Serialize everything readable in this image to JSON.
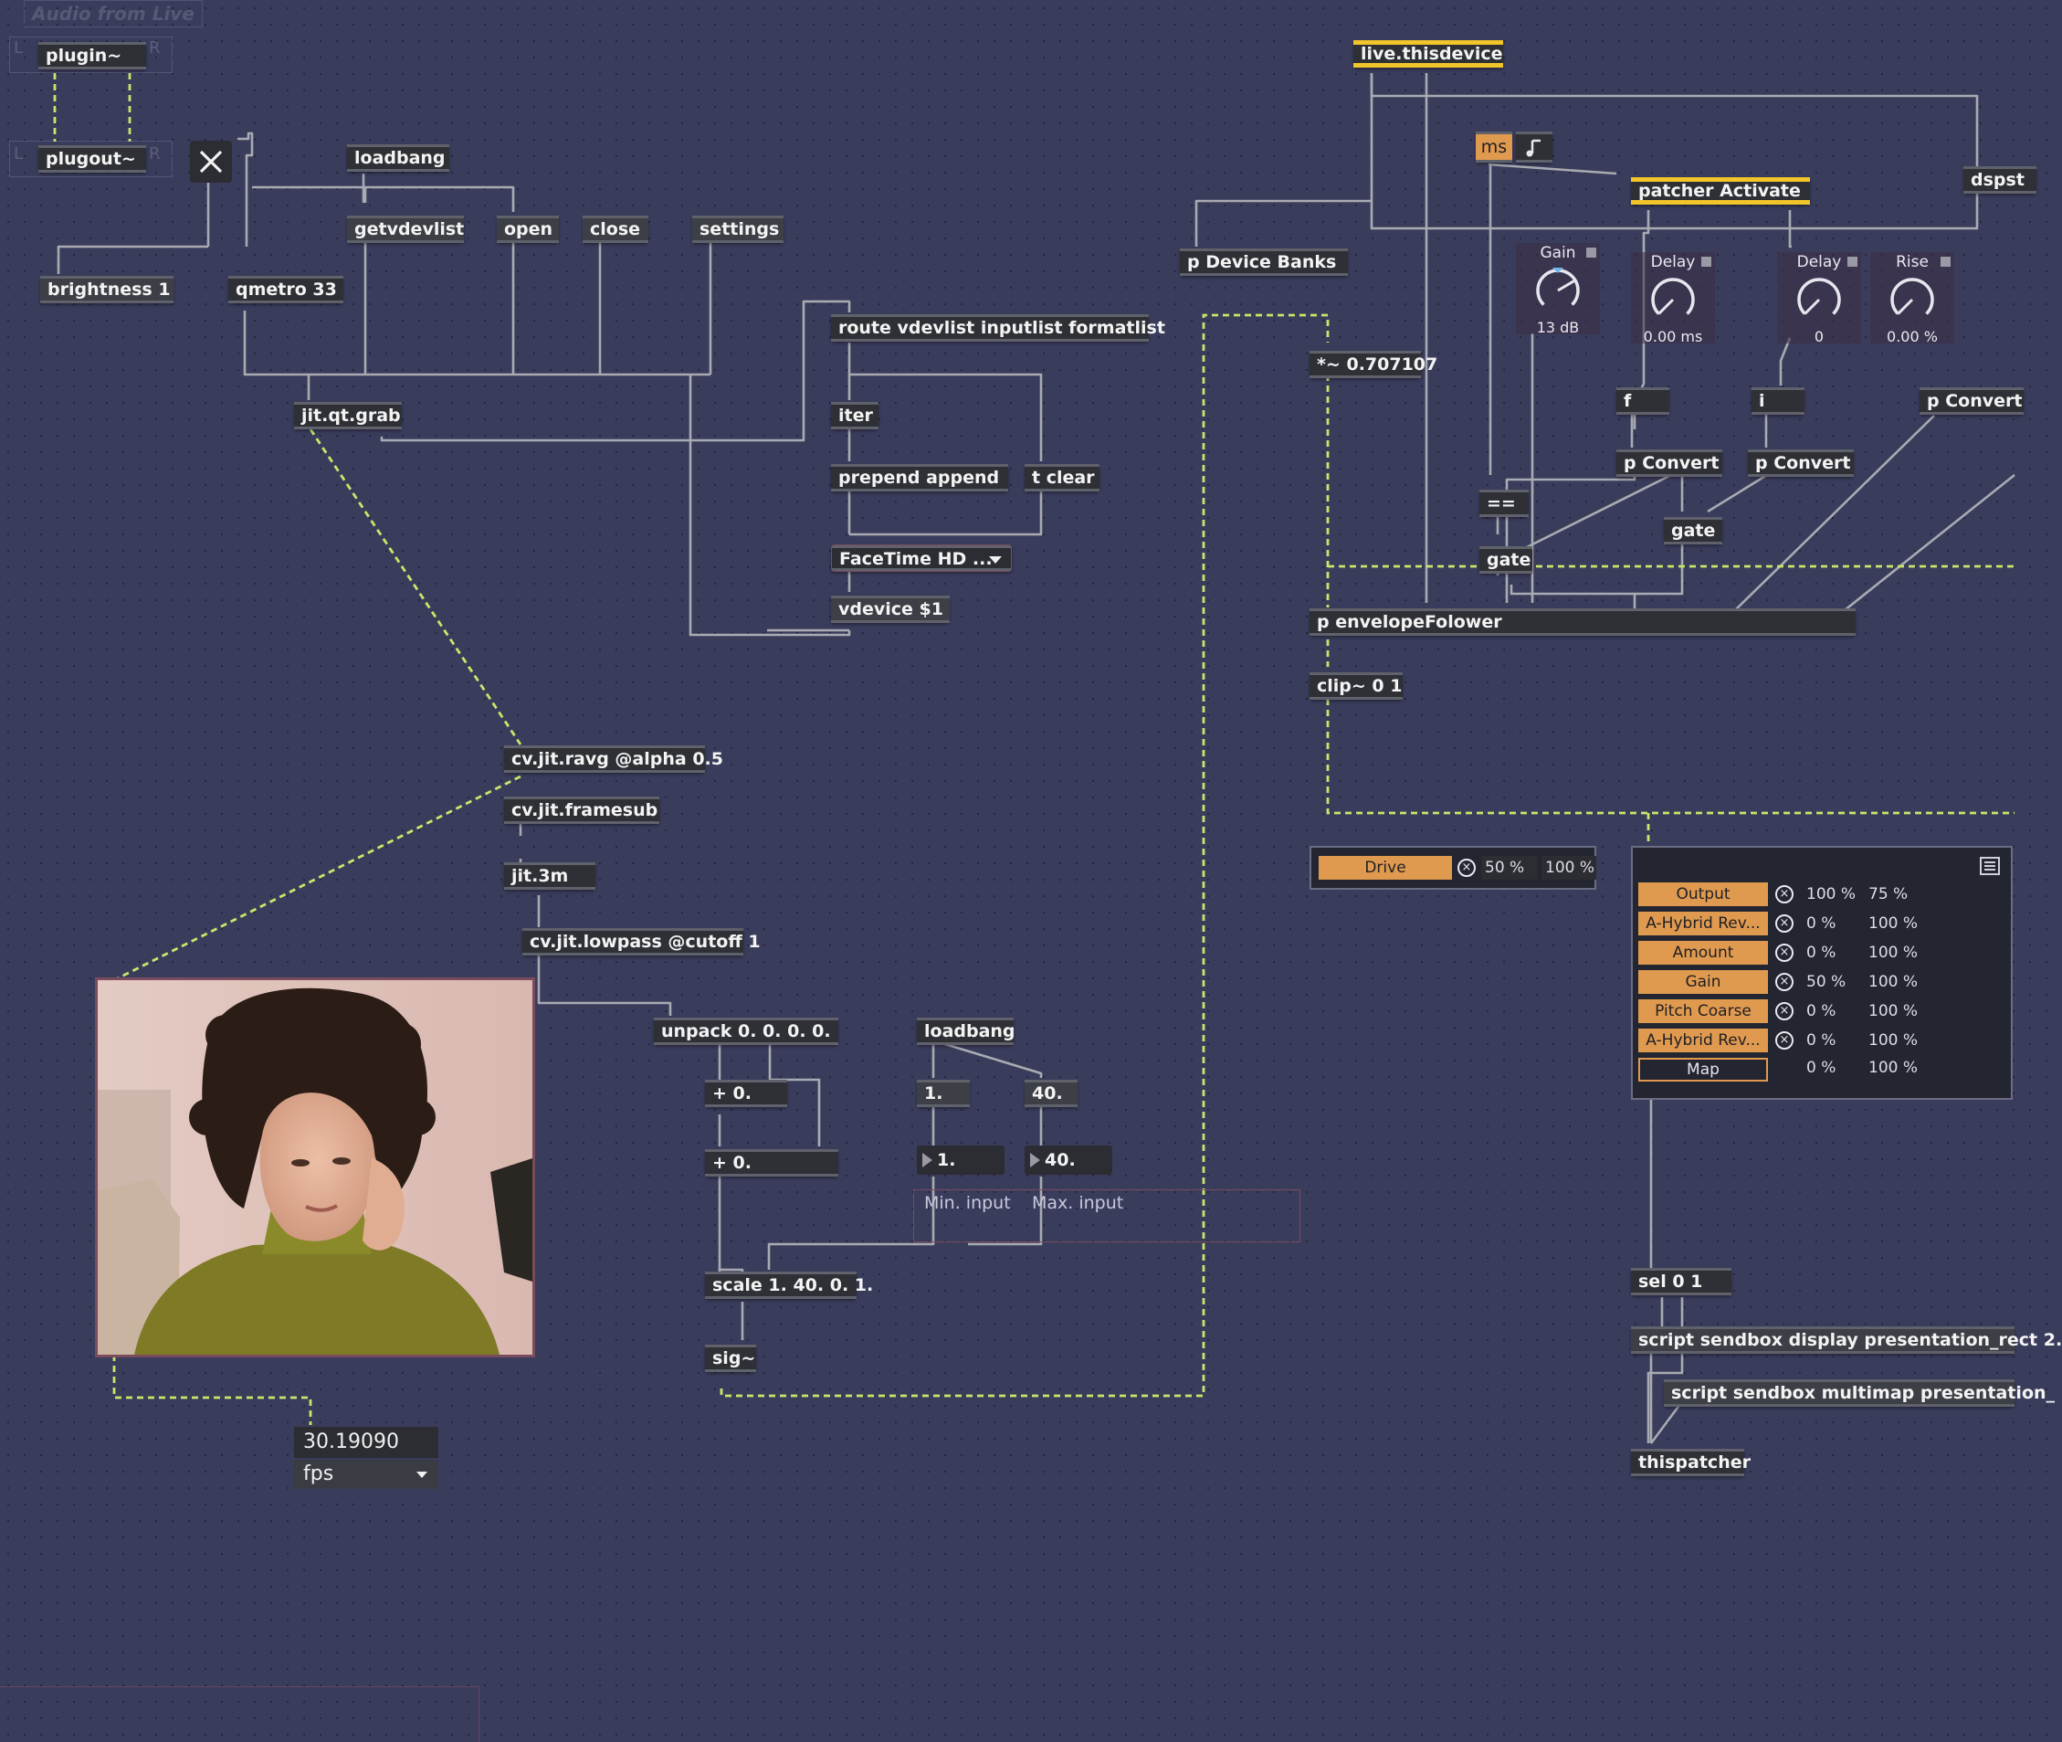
{
  "patch": {
    "audio_from_live": "Audio from Live",
    "port_l": "L",
    "port_r": "R",
    "plugin": "plugin~",
    "plugout": "plugout~",
    "loadbang_1": "loadbang",
    "getvdevlist": "getvdevlist",
    "open": "open",
    "close": "close",
    "settings": "settings",
    "brightness": "brightness 1",
    "qmetro": "qmetro 33",
    "route": "route vdevlist inputlist formatlist",
    "iter": "iter",
    "prepend": "prepend append",
    "t_clear": "t clear",
    "jit_qt_grab": "jit.qt.grab",
    "facetime": "FaceTime HD ...",
    "vdevice": "vdevice $1",
    "ravg": "cv.jit.ravg @alpha 0.5",
    "framesub": "cv.jit.framesub",
    "jit3m": "jit.3m",
    "lowpass": "cv.jit.lowpass @cutoff 1",
    "unpack": "unpack 0. 0. 0. 0.",
    "loadbang_2": "loadbang",
    "msg_1": "1.",
    "msg_40": "40.",
    "plus1": "+ 0.",
    "plus2": "+ 0.",
    "num_min": "1.",
    "num_max": "40.",
    "min_input": "Min. input",
    "max_input": "Max. input",
    "scale": "scale 1. 40. 0. 1.",
    "sig": "sig~",
    "fps_value": "30.19090",
    "fps_unit": "fps",
    "live_thisdevice": "live.thisdevice",
    "ms_label": "ms",
    "p_device_banks": "p Device Banks",
    "patcher_activate": "patcher Activate",
    "dspstate": "dspst",
    "mult": "*~ 0.707107",
    "f": "f",
    "i": "i",
    "p_convert_1": "p Convert",
    "p_convert_2": "p Convert",
    "p_convert_3": "p Convert",
    "eq": "==",
    "gate_1": "gate",
    "gate_2": "gate",
    "envelope": "p envelopeFolower",
    "clip": "clip~ 0 1",
    "sel": "sel 0 1",
    "script_display": "script sendbox display presentation_rect 2.",
    "script_multimap": "script sendbox multimap presentation_",
    "thispatcher": "thispatcher"
  },
  "dials": [
    {
      "label": "Gain",
      "value": "13 dB",
      "level": 0.72
    },
    {
      "label": "Delay",
      "value": "0.00 ms",
      "level": 0.0
    },
    {
      "label": "Delay",
      "value": "0",
      "level": 0.0
    },
    {
      "label": "Rise",
      "value": "0.00 %",
      "level": 0.0
    }
  ],
  "drive": {
    "label": "Drive",
    "min": "50 %",
    "max": "100 %"
  },
  "multimap": {
    "rows": [
      {
        "label": "Output",
        "min": "100 %",
        "max": "75 %"
      },
      {
        "label": "A-Hybrid Rev...",
        "min": "0 %",
        "max": "100 %"
      },
      {
        "label": "Amount",
        "min": "0 %",
        "max": "100 %"
      },
      {
        "label": "Gain",
        "min": "50 %",
        "max": "100 %"
      },
      {
        "label": "Pitch Coarse",
        "min": "0 %",
        "max": "100 %"
      },
      {
        "label": "A-Hybrid Rev...",
        "min": "0 %",
        "max": "100 %"
      }
    ],
    "map": {
      "label": "Map",
      "min": "0 %",
      "max": "100 %"
    }
  },
  "colors": {
    "background": "#3a3c5c",
    "object": "#2e3036",
    "accent_orange": "#e09a50",
    "live_yellow": "#f2c52a",
    "signal_cable": "#c6e86a",
    "cable": "#a9abb2"
  }
}
